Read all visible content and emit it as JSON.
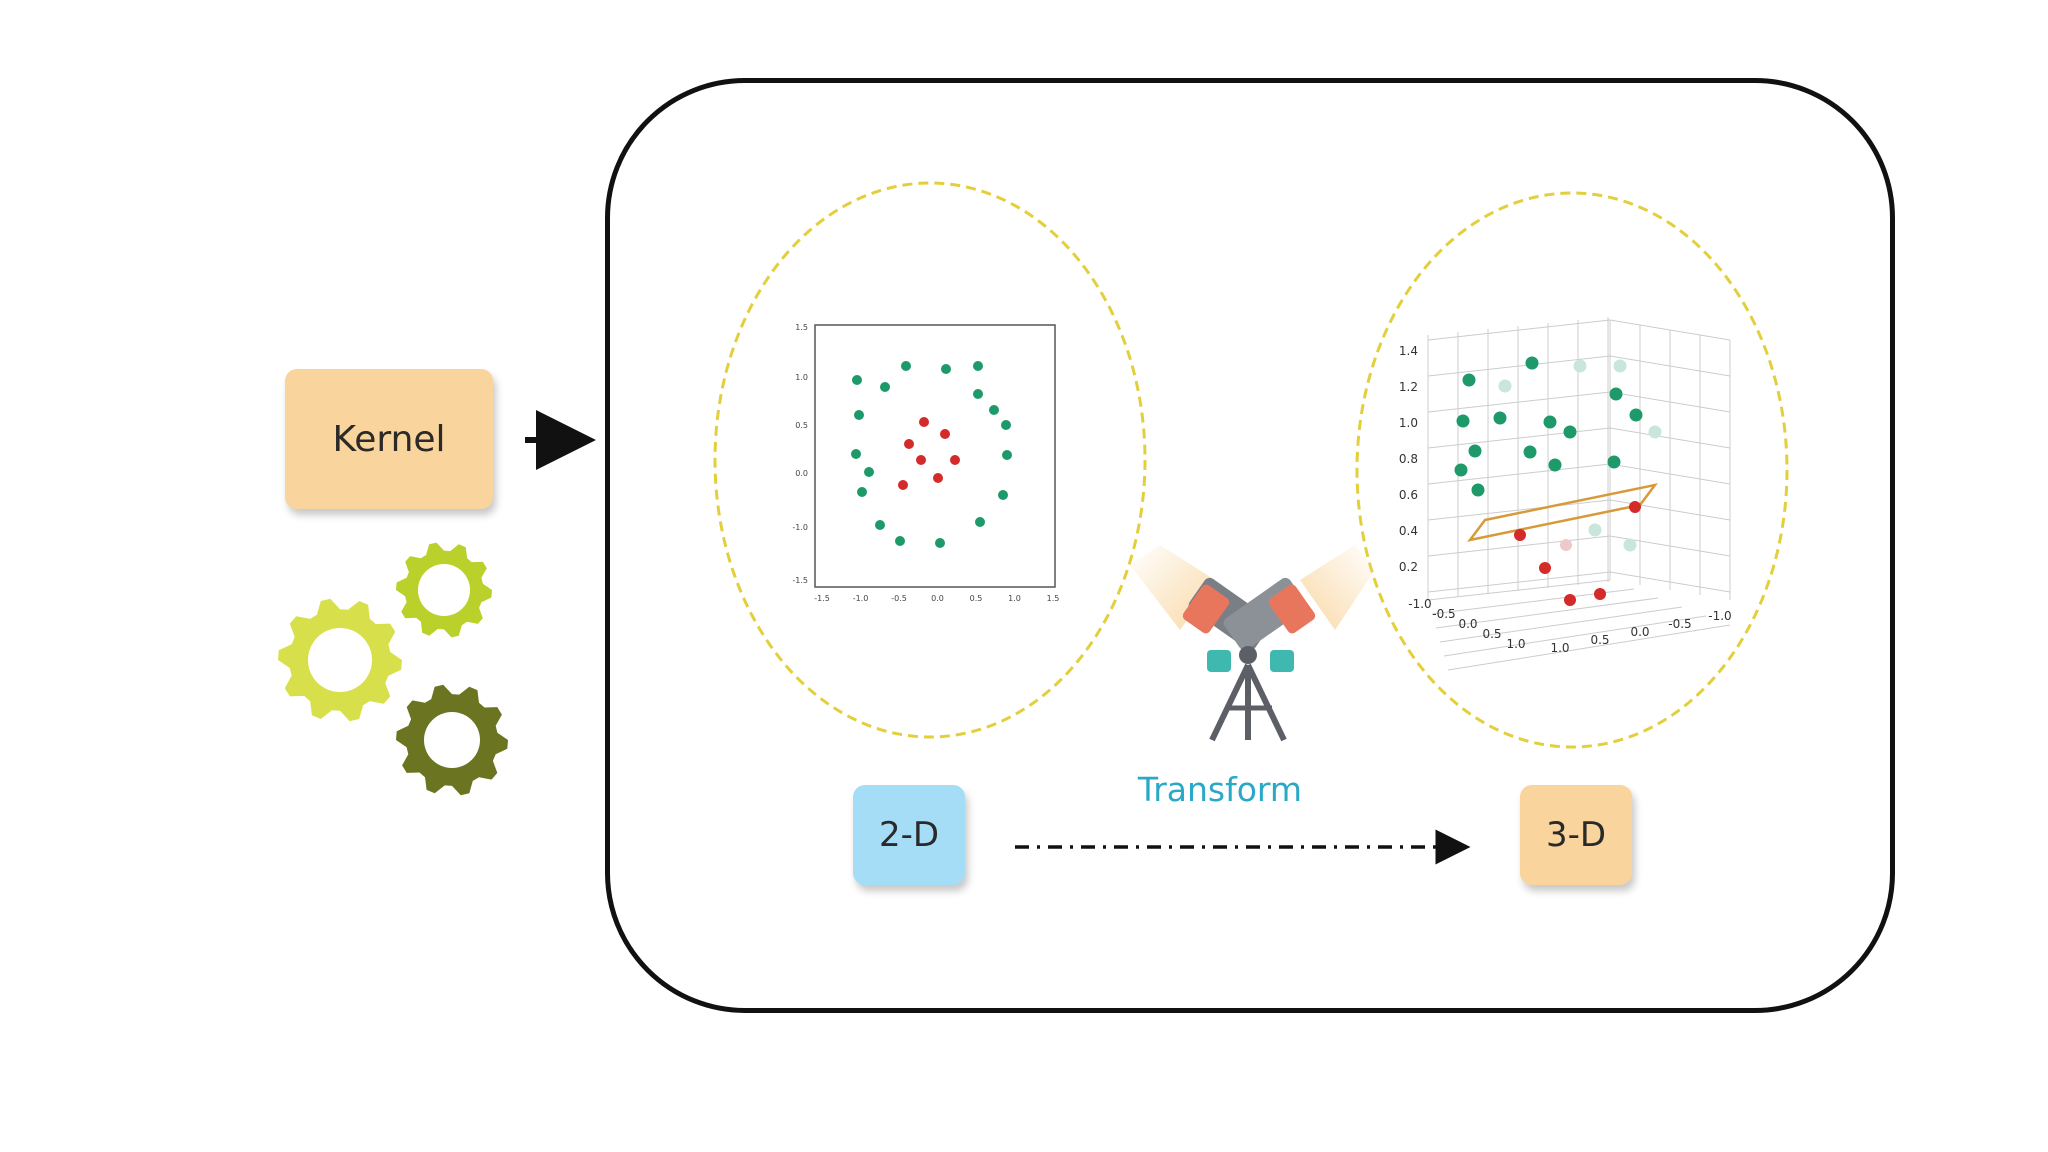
{
  "kernel": {
    "label": "Kernel"
  },
  "labels": {
    "two_d": "2-D",
    "three_d": "3-D",
    "transform": "Transform"
  },
  "colors": {
    "kernel_box": "#f9d49c",
    "two_d_box": "#a6ddf6",
    "three_d_box": "#f9d49c",
    "transform_text": "#2aa8c8",
    "ellipse_border": "#e3cf3c",
    "point_green": "#1e9a6a",
    "point_red": "#d42a2a",
    "point_pale": "#c8e6dc",
    "gear_light": "#d7e04a",
    "gear_mid": "#b9d12a",
    "gear_dark": "#6b7420"
  },
  "chart_2d": {
    "x_ticks": [
      "-1.5",
      "-1.0",
      "-0.5",
      "0.0",
      "0.5",
      "1.0",
      "1.5"
    ],
    "y_ticks": [
      "1.5",
      "1.0",
      "0.5",
      "0.0",
      "-1.0",
      "-1.5"
    ]
  },
  "chart_3d": {
    "z_ticks": [
      "1.4",
      "1.2",
      "1.0",
      "0.8",
      "0.6",
      "0.4",
      "0.2"
    ],
    "x_ticks_left": [
      "-1.0",
      "-0.5",
      "0.0",
      "0.5",
      "1.0"
    ],
    "x_ticks_right": [
      "1.0",
      "0.5",
      "0.0",
      "-0.5",
      "-1.0"
    ]
  }
}
